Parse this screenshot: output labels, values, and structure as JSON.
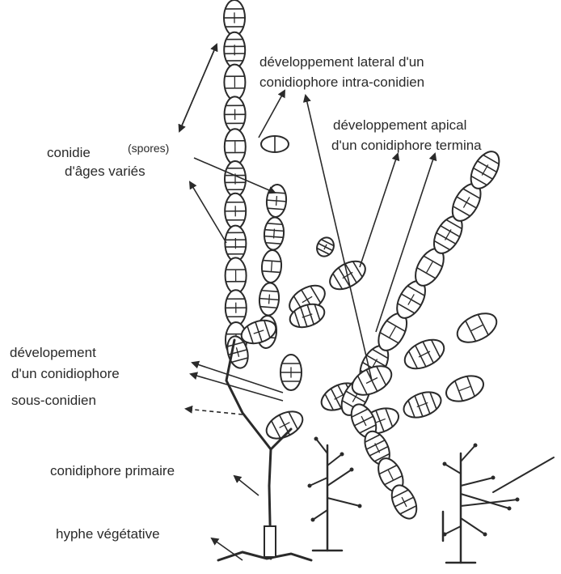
{
  "labels": {
    "lateral_line1": "développement lateral d'un",
    "lateral_line2": "conidiophore intra-conidien",
    "apical_line1": "développement apical",
    "apical_line2": "d'un conidiphore termina",
    "conidie_line1": "conidie",
    "spores": "(spores)",
    "conidie_line2": "d'âges variés",
    "sous_line1": "dévelopement",
    "sous_line2": "d'un conidiophore",
    "sous_line3": "sous-conidien",
    "primaire": "conidiphore primaire",
    "hyphe": "hyphe végétative"
  },
  "colors": {
    "ink": "#2a2a2a",
    "background": "#ffffff"
  }
}
